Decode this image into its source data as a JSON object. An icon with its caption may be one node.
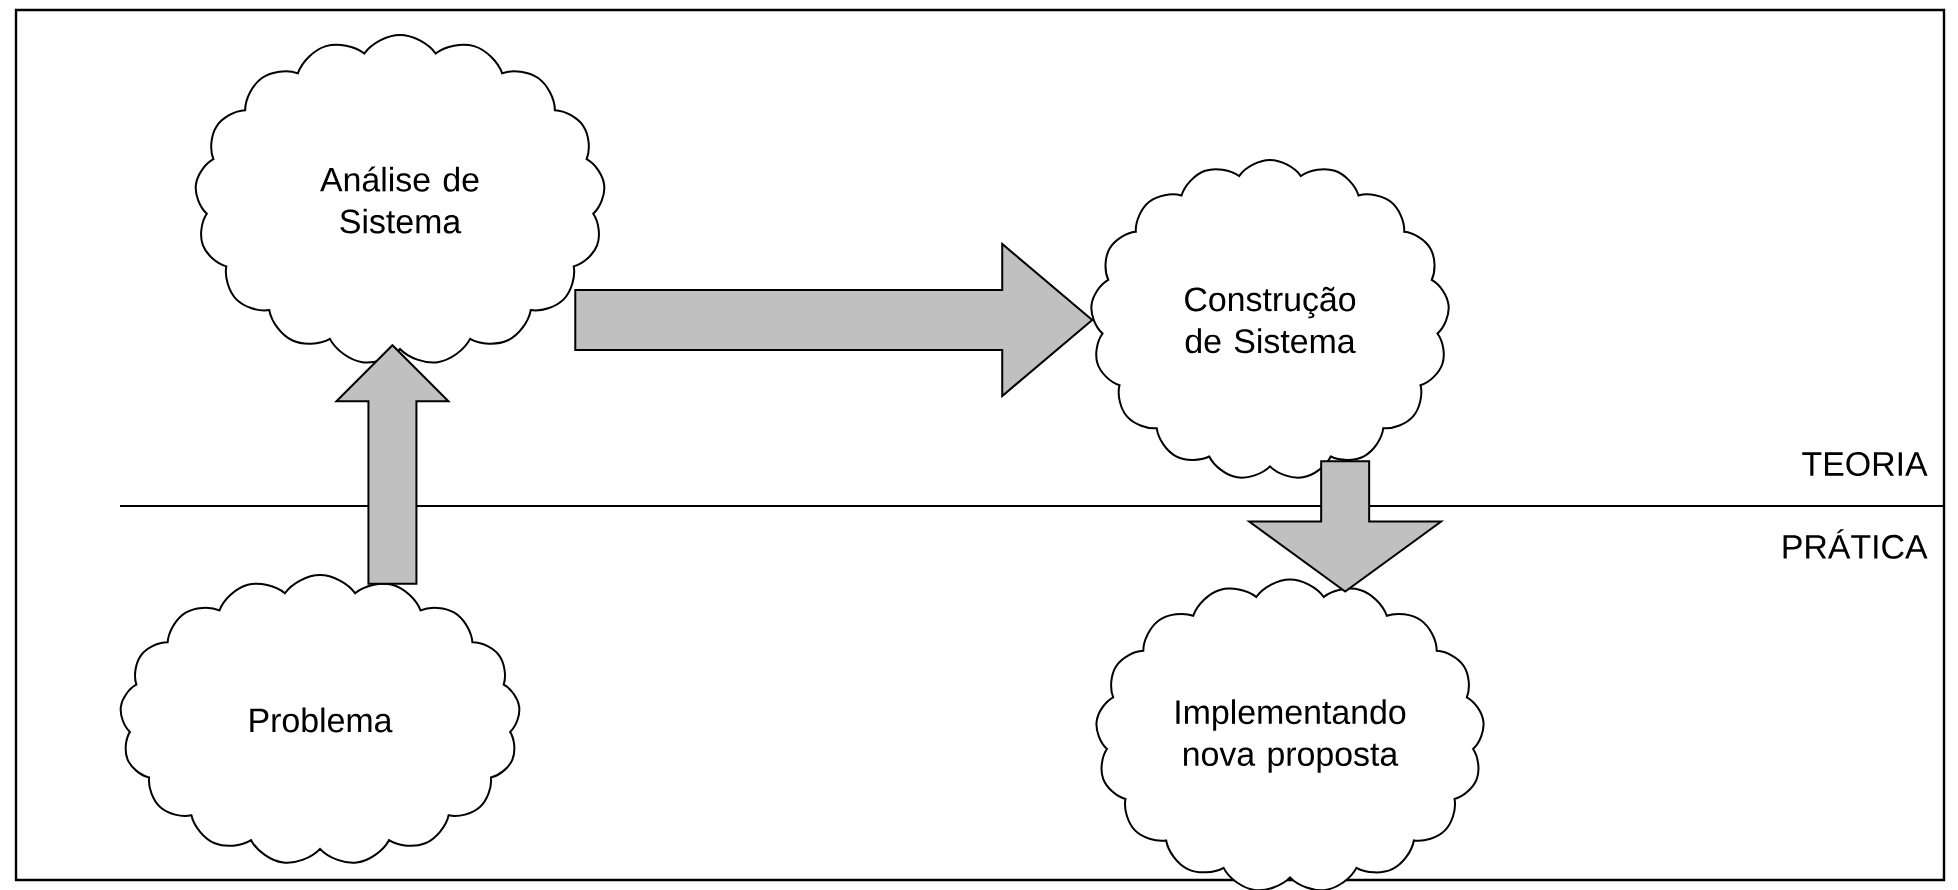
{
  "diagram": {
    "nodes": [
      {
        "text": [
          "Análise de Sistema"
        ]
      },
      {
        "text": [
          "Construção de Sistema"
        ]
      },
      {
        "text": [
          "Problema"
        ]
      },
      {
        "text": [
          "Implementando nova proposta"
        ]
      }
    ],
    "edges": [
      {
        "from": 2,
        "to": 0,
        "arrow": "to"
      },
      {
        "from": 0,
        "to": 1,
        "arrow": "to"
      },
      {
        "from": 1,
        "to": 3,
        "arrow": "to"
      }
    ],
    "labels": [
      "TEORIA",
      "PRÁTICA"
    ]
  }
}
